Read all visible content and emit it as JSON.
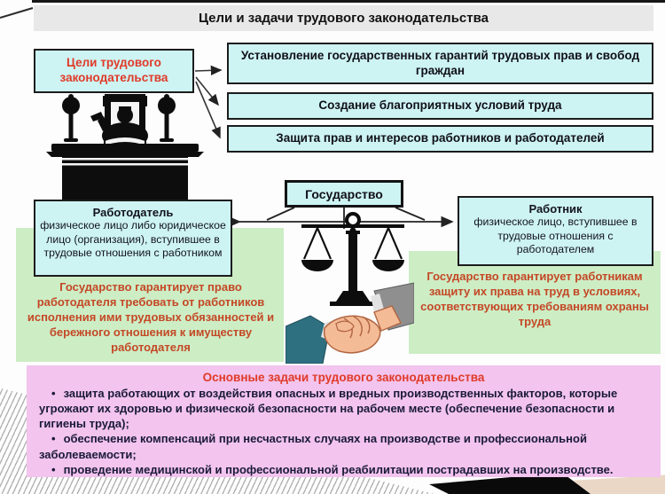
{
  "slide_title": "Цели и задачи трудового законодательства",
  "goals": {
    "label": "Цели трудового законодательства",
    "items": [
      "Установление государственных гарантий трудовых прав и свобод граждан",
      "Создание благоприятных условий труда",
      "Защита прав и интересов работников и работодателей"
    ]
  },
  "state": {
    "label": "Государство"
  },
  "employer": {
    "title": "Работодатель",
    "description": "физическое лицо либо юридическое лицо (организация), вступившее в трудовые отношения с работником",
    "guarantee": "Государство гарантирует право работодателя требовать от работников исполнения ими трудовых обязанностей и бережного отношения к имуществу работодателя"
  },
  "employee": {
    "title": "Работник",
    "description": "физическое лицо, вступившее в трудовые отношения с работодателем",
    "guarantee": "Государство гарантирует работникам защиту их права на труд в условиях, соответствующих требованиям охраны труда"
  },
  "tasks": {
    "title": "Основные задачи трудового законодательства",
    "bullet": "•",
    "items": [
      "защита работающих от воздействия опасных и вредных производственных факторов, которые угрожают их здоровью и физической безопасности на рабочем месте (обеспечение безопасности и гигиены труда);",
      "обеспечение компенсаций при несчастных случаях на производстве и профессиональной заболеваемости;",
      "проведение медицинской и профессиональной реабилитации пострадавших на производстве."
    ]
  },
  "icons": {
    "judge": "judge-bench-icon",
    "scales": "scales-of-justice-icon",
    "handshake": "handshake-image"
  },
  "colors": {
    "box_fill": "#cdf3f3",
    "panel_green": "#cdedc5",
    "panel_pink": "#f2c4ee",
    "title_bar": "#e8e8e8",
    "accent_red": "#e03a28",
    "guarantee_red": "#c44826"
  }
}
